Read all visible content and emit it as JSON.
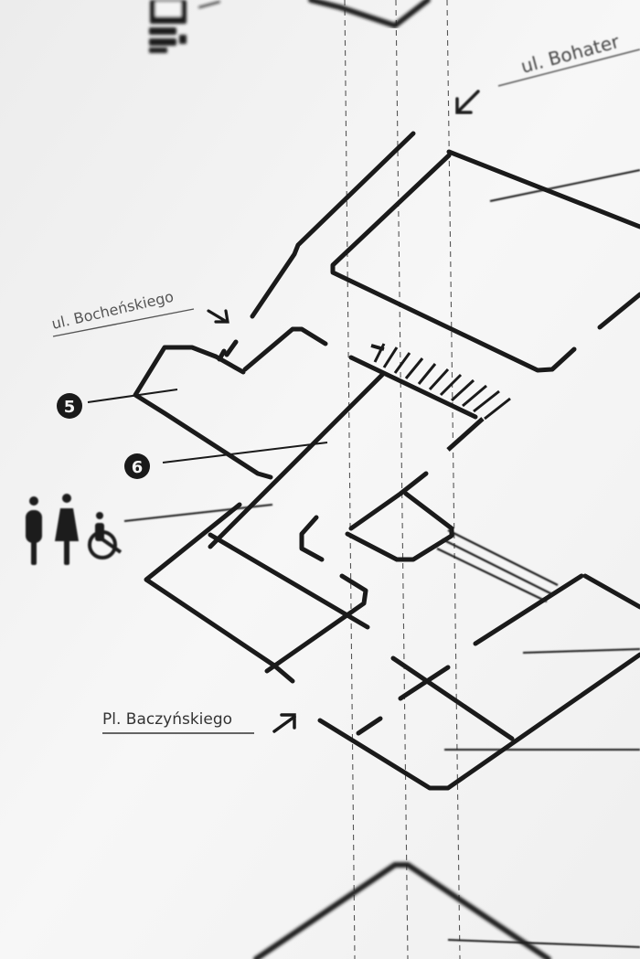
{
  "streets": {
    "bohaterow": "ul. Bohater",
    "bochenskiego": "ul. Bocheńskiego",
    "baczynskiego": "Pl. Baczyńskiego"
  },
  "markers": {
    "marker_5": "5",
    "marker_6": "6"
  },
  "colors": {
    "background": "#f4f4f4",
    "ink": "#1a1a1a",
    "label": "#444444"
  },
  "icons": {
    "top": "atm-kiosk-icon",
    "restrooms": [
      "male-toilet-icon",
      "female-toilet-icon",
      "wheelchair-accessible-icon"
    ],
    "entrance": "entrance-arrow-icon"
  }
}
